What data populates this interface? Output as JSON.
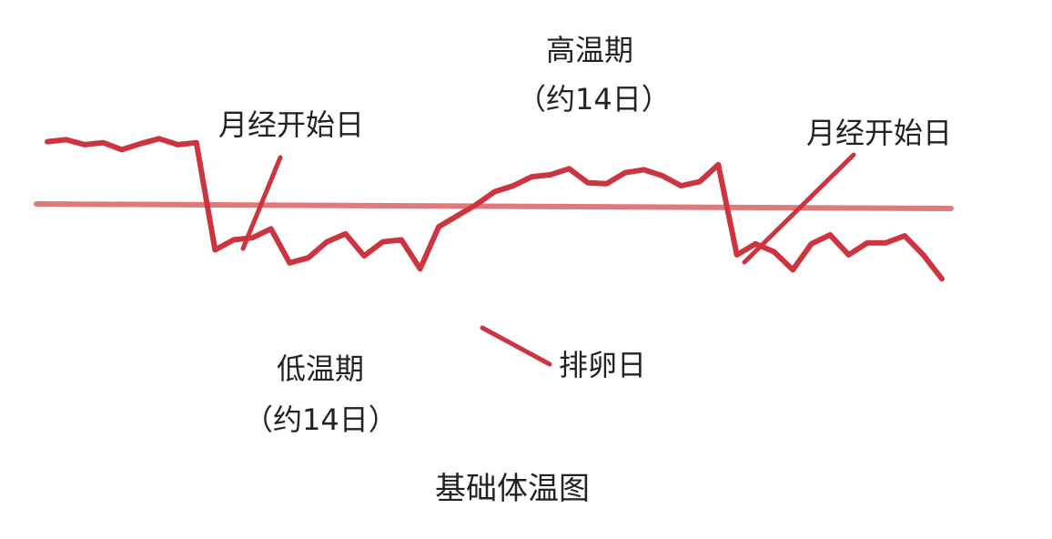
{
  "chart_data": {
    "type": "line",
    "title": "基础体温图",
    "series": [
      {
        "values": [
          0.64,
          0.66,
          0.61,
          0.63,
          0.56,
          0.62,
          0.67,
          0.61,
          0.63,
          -0.44,
          -0.34,
          -0.32,
          -0.23,
          -0.57,
          -0.52,
          -0.36,
          -0.28,
          -0.5,
          -0.36,
          -0.34,
          -0.63,
          -0.21,
          -0.1,
          0.01,
          0.14,
          0.2,
          0.29,
          0.31,
          0.37,
          0.23,
          0.22,
          0.33,
          0.36,
          0.3,
          0.2,
          0.24,
          0.41,
          -0.49,
          -0.38,
          -0.46,
          -0.64,
          -0.38,
          -0.29,
          -0.49,
          -0.37,
          -0.37,
          -0.3,
          -0.49,
          -0.73
        ]
      }
    ],
    "baseline": 0,
    "annotations": [
      {
        "text": "月经开始日"
      },
      {
        "text": "高温期"
      },
      {
        "text": "（约14日）"
      },
      {
        "text": "月经开始日"
      },
      {
        "text": "低温期"
      },
      {
        "text": "（约14日）"
      },
      {
        "text": "排卵日"
      }
    ],
    "colors": {
      "line": "#cc3440",
      "baseline": "#e07a7a",
      "pointer": "#cc3440",
      "text": "#222222"
    }
  }
}
